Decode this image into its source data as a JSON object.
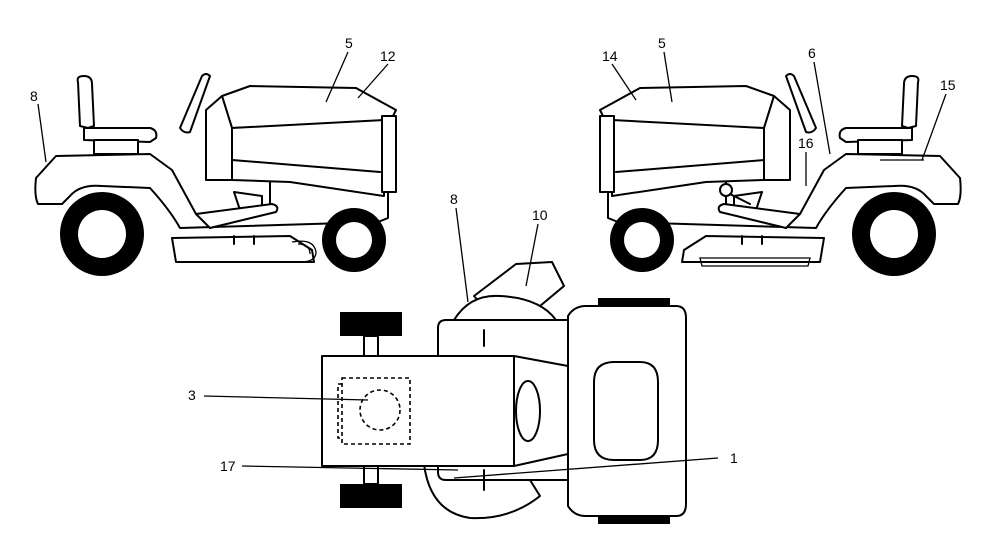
{
  "callouts": {
    "left_8": "8",
    "left_5": "5",
    "left_12": "12",
    "right_14": "14",
    "right_5": "5",
    "right_6": "6",
    "right_16": "16",
    "right_15": "15",
    "top_8": "8",
    "top_10": "10",
    "top_3": "3",
    "top_17": "17",
    "top_1": "1"
  },
  "colors": {
    "line": "#000000",
    "background": "#ffffff"
  }
}
